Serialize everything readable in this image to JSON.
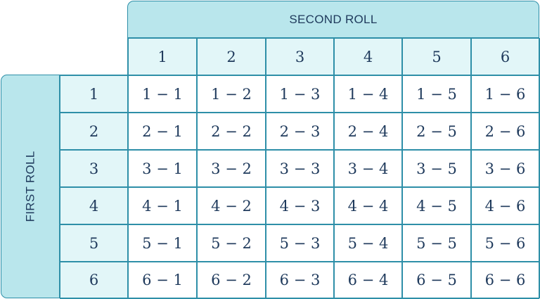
{
  "col_header": "SECOND ROLL",
  "row_header": "FIRST ROLL",
  "columns": [
    "1",
    "2",
    "3",
    "4",
    "5",
    "6"
  ],
  "rows": [
    "1",
    "2",
    "3",
    "4",
    "5",
    "6"
  ],
  "cells": [
    [
      "1 − 1",
      "1 − 2",
      "1 − 3",
      "1 − 4",
      "1 − 5",
      "1 − 6"
    ],
    [
      "2 − 1",
      "2 − 2",
      "2 − 3",
      "2 − 4",
      "2 − 5",
      "2 − 6"
    ],
    [
      "3 − 1",
      "3 − 2",
      "3 − 3",
      "3 − 4",
      "3 − 5",
      "3 − 6"
    ],
    [
      "4 − 1",
      "4 − 2",
      "4 − 3",
      "4 − 4",
      "4 − 5",
      "4 − 6"
    ],
    [
      "5 − 1",
      "5 − 2",
      "5 − 3",
      "5 − 4",
      "5 − 5",
      "5 − 6"
    ],
    [
      "6 − 1",
      "6 − 2",
      "6 − 3",
      "6 − 4",
      "6 − 5",
      "6 − 6"
    ]
  ],
  "colors": {
    "header_band": "#b9e6ec",
    "header_cell": "#e2f6f8",
    "border": "#2e8fa8",
    "text": "#1f3a5c"
  }
}
